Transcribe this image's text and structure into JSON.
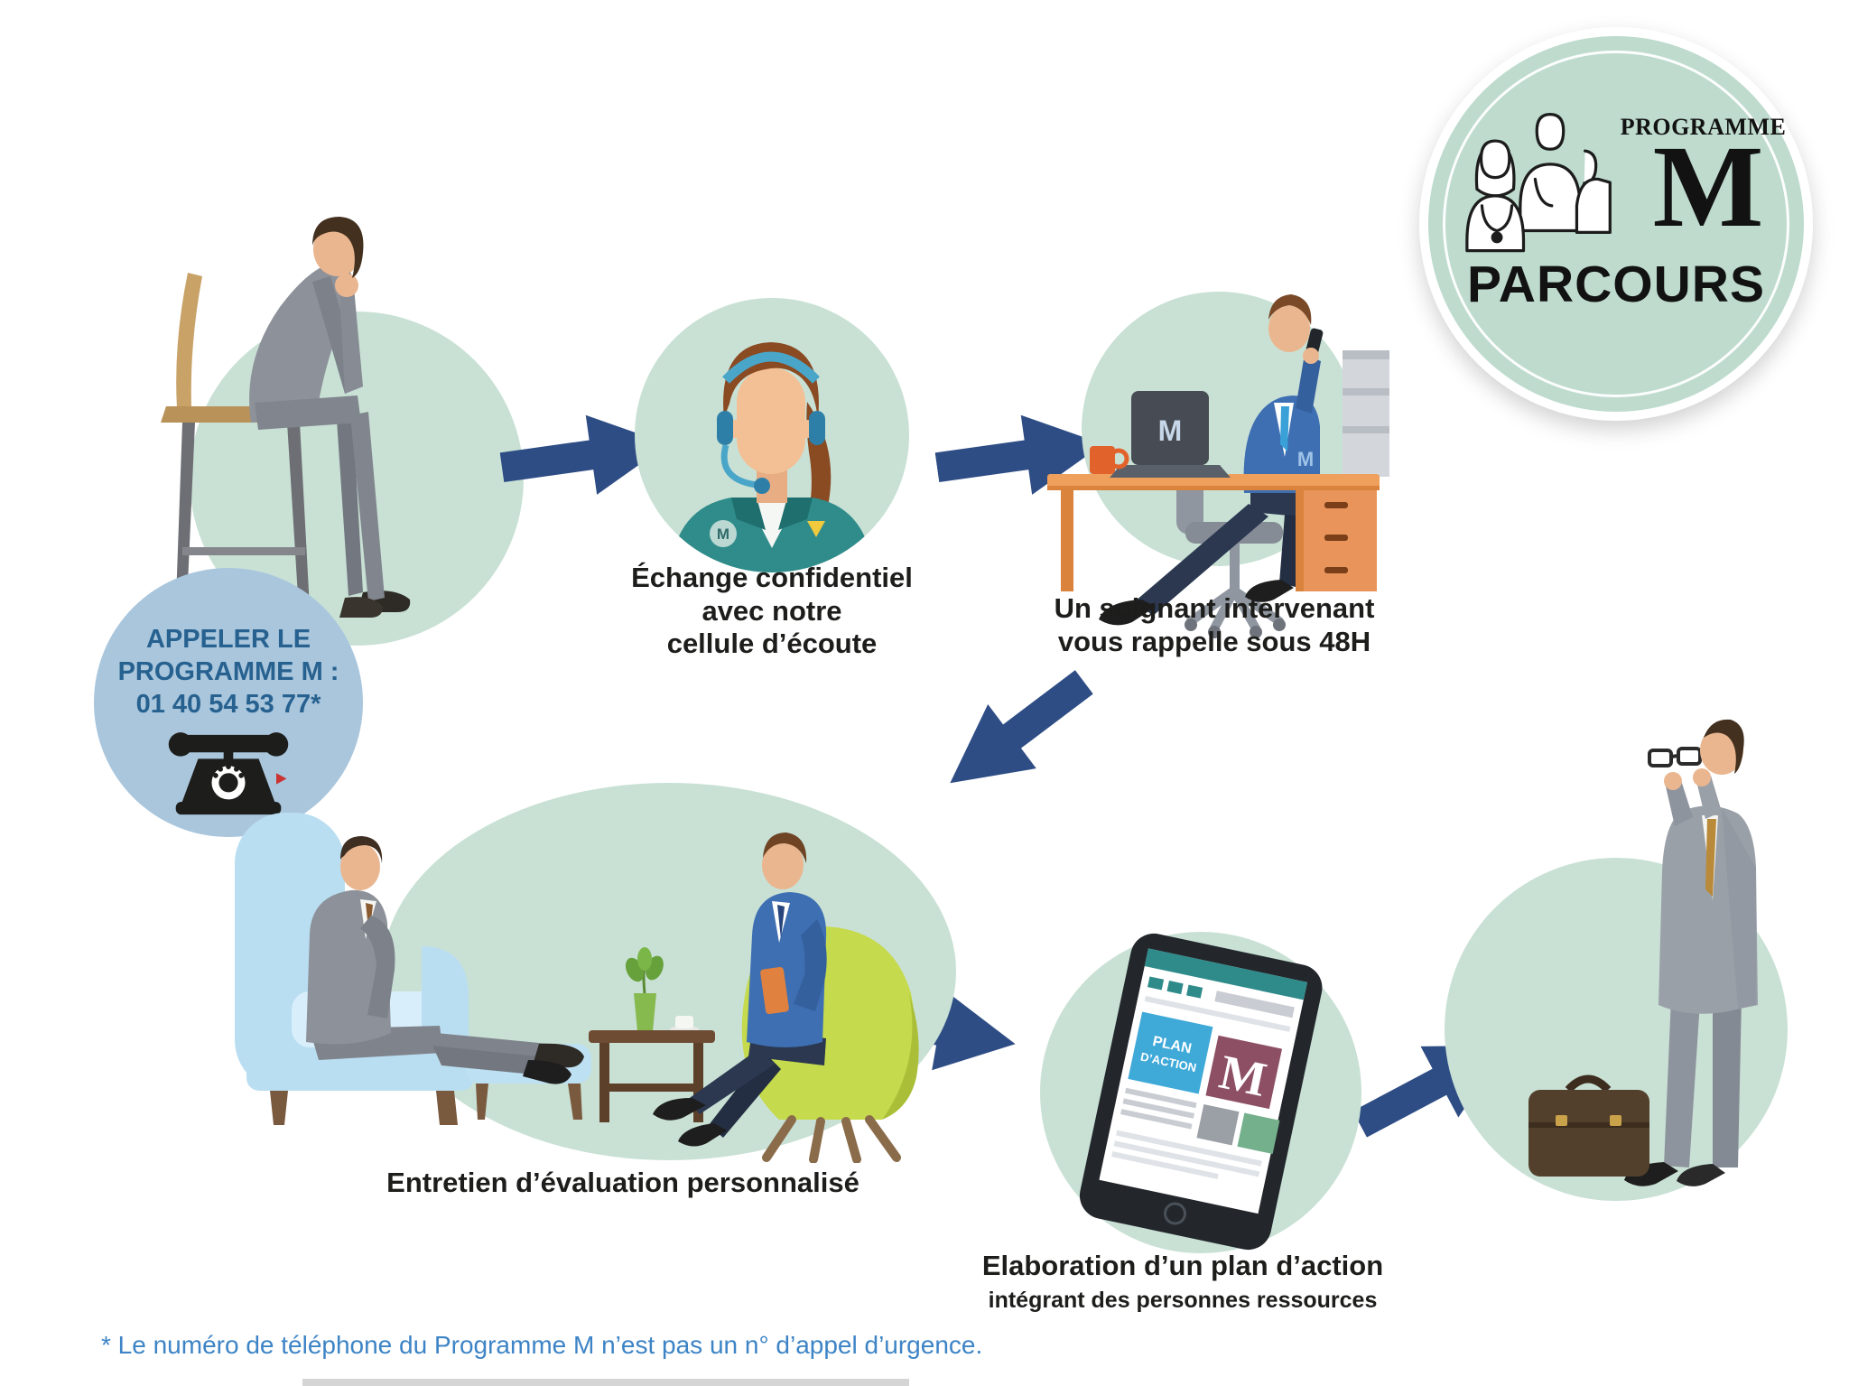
{
  "logo": {
    "programme": "PROGRAMME",
    "m": "M",
    "parcours": "PARCOURS"
  },
  "call_badge": {
    "text": "APPELER LE\nPROGRAMME M :\n01 40 54 53 77*"
  },
  "captions": {
    "step2": "Échange confidentiel\navec notre\ncellule d’écoute",
    "step3": "Un soignant intervenant\nvous rappelle sous 48H",
    "step4": "Entretien d’évaluation personnalisé",
    "step5_title": "Elaboration d’un plan d’action",
    "step5_sub": "intégrant des personnes ressources"
  },
  "tablet": {
    "plan_line1": "PLAN",
    "plan_line2": "D’ACTION",
    "m": "M"
  },
  "badges": {
    "m": "M"
  },
  "footer": {
    "disclaimer": "* Le numéro de téléphone du Programme M n’est pas un n° d’appel d’urgence."
  },
  "colors": {
    "circle_green": "#c9e1d5",
    "circle_blue": "#a9c6dd",
    "arrow_navy": "#2e4d85",
    "text_dark": "#1d1d1b",
    "badge_text_blue": "#27618f",
    "footer_blue": "#3d84c6",
    "teal_vest": "#2f8c8a",
    "desk_orange": "#efa05c",
    "suit_blue": "#3e6fb2",
    "suit_gray": "#8d929a",
    "lime_chair": "#c5da4d",
    "armchair_blue": "#badef1",
    "tablet_plan_blue": "#3fa9d8",
    "tablet_m_maroon": "#8d4f63",
    "tablet_green": "#74b08c",
    "logo_green": "#bedbce"
  }
}
